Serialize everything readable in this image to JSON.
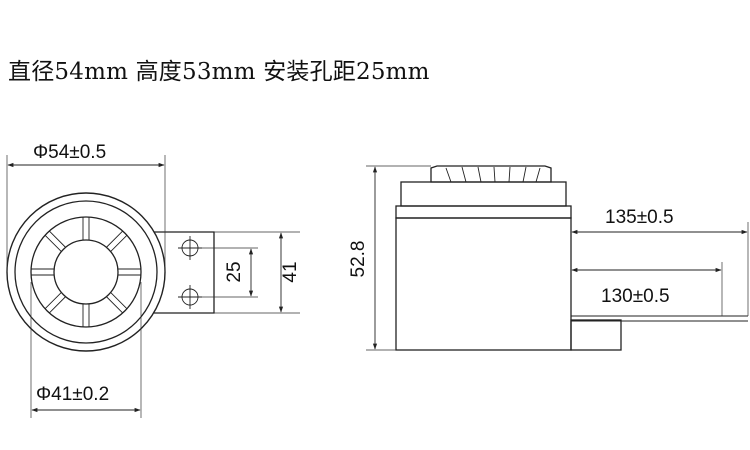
{
  "title": "直径54mm 高度53mm 安装孔距25mm",
  "dimensions": {
    "outer_diameter": "Φ54±0.5",
    "inner_diameter": "Φ41±0.2",
    "hole_spacing": "25",
    "flange_height": "41",
    "body_height": "52.8",
    "lead_length_upper": "135±0.5",
    "lead_length_lower": "130±0.5"
  }
}
